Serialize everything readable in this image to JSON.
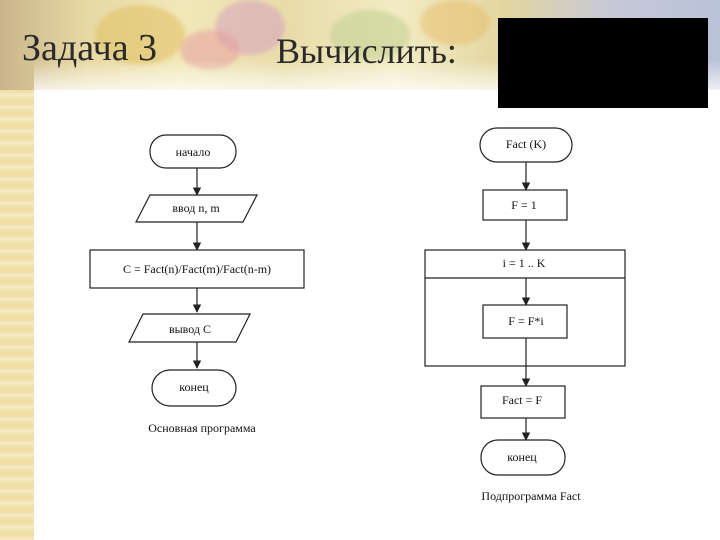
{
  "slide": {
    "task_label": "Задача 3",
    "compute_label": "Вычислить:"
  },
  "main_flow": {
    "start": "начало",
    "input": "ввод n, m",
    "calc": "C = Fact(n)/Fact(m)/Fact(n-m)",
    "output": "вывод C",
    "end": "конец",
    "caption": "Основная программа"
  },
  "sub_flow": {
    "header": "Fact (K)",
    "init": "F = 1",
    "loop": "i = 1 .. K",
    "body": "F = F*i",
    "assign": "Fact = F",
    "end": "конец",
    "caption": "Подпрограмма Fact"
  },
  "colors": {
    "stroke": "#222222",
    "box_fill": "#ffffff"
  }
}
